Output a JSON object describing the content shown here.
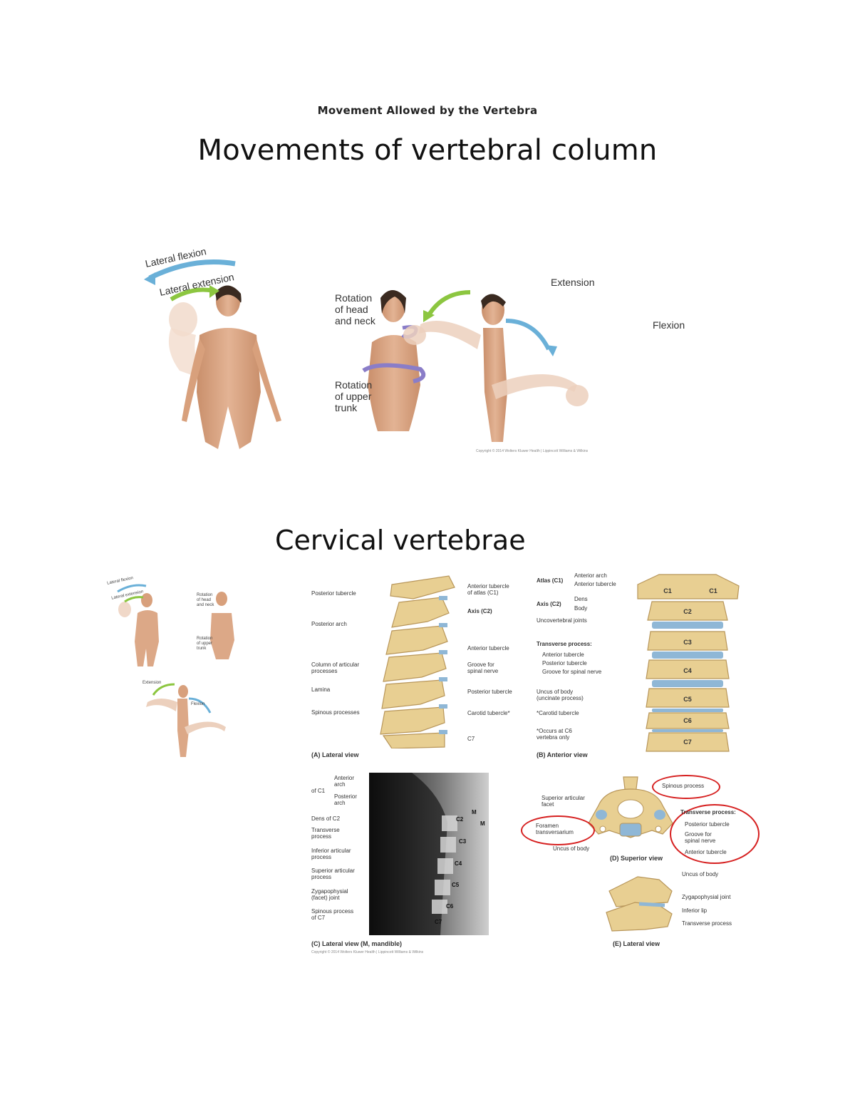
{
  "document": {
    "heading": "Movement Allowed by the Vertebra"
  },
  "slide1": {
    "title": "Movements of vertebral column",
    "labels": {
      "lateral_flexion": "Lateral flexion",
      "lateral_extension": "Lateral extension",
      "rotation_head_neck": "Rotation\nof head\nand neck",
      "rotation_upper_trunk": "Rotation\nof upper\ntrunk",
      "extension": "Extension",
      "flexion": "Flexion"
    },
    "copyright": "Copyright © 2014 Wolters Kluwer Health | Lippincott Williams & Wilkins"
  },
  "slide2": {
    "title": "Cervical vertebrae",
    "thumbnail_labels": {
      "lateral_flexion": "Lateral flexion",
      "lateral_extension": "Lateral extension",
      "rotation_head_neck": "Rotation\nof head\nand neck",
      "rotation_upper_trunk": "Rotation\nof upper\ntrunk",
      "extension": "Extension",
      "flexion": "Flexion"
    },
    "panel_a": {
      "caption": "(A) Lateral view",
      "left_labels": [
        "Posterior tubercle",
        "Posterior arch",
        "Column of articular\nprocesses",
        "Lamina",
        "Spinous processes"
      ],
      "right_labels": [
        "Anterior tubercle\nof atlas (C1)",
        "Axis (C2)",
        "Anterior tubercle",
        "Groove for\nspinal nerve",
        "Posterior tubercle",
        "Carotid tubercle*",
        "C7"
      ]
    },
    "panel_b": {
      "caption": "(B) Anterior view",
      "atlas": "Atlas (C1)",
      "atlas_items": [
        "Anterior arch",
        "Anterior tubercle"
      ],
      "axis": "Axis (C2)",
      "axis_items": [
        "Dens",
        "Body"
      ],
      "uncovertebral": "Uncovertebral joints",
      "transverse": "Transverse process:",
      "transverse_items": [
        "Anterior tubercle",
        "Posterior tubercle",
        "Groove for spinal nerve"
      ],
      "uncus": "Uncus of body\n(uncinate process)",
      "carotid": "*Carotid tubercle",
      "note": "*Occurs at C6\nvertebra only",
      "vertebra_labels": [
        "C1",
        "C1",
        "C2",
        "C3",
        "C4",
        "C5",
        "C6",
        "C7"
      ]
    },
    "panel_c": {
      "caption": "(C) Lateral view (M, mandible)",
      "of_c1": "of C1",
      "labels": [
        "Anterior\narch",
        "Posterior\narch",
        "Dens of C2",
        "Transverse\nprocess",
        "Inferior articular\nprocess",
        "Superior articular\nprocess",
        "Zygapophysial\n(facet) joint",
        "Spinous process\nof C7"
      ],
      "xray_labels": [
        "C2",
        "C3",
        "C4",
        "C5",
        "C6",
        "C7",
        "M",
        "M"
      ]
    },
    "panel_d": {
      "caption": "(D) Superior view",
      "labels": [
        "Superior articular\nfacet",
        "Foramen\ntransversarium",
        "Uncus of body"
      ],
      "spinous": "Spinous process",
      "transverse": "Transverse process:",
      "transverse_items": [
        "Posterior tubercle",
        "Groove for\nspinal nerve",
        "Anterior tubercle"
      ]
    },
    "panel_e": {
      "caption": "(E) Lateral view",
      "labels": [
        "Uncus of body",
        "Zygapophysial joint",
        "Inferior lip",
        "Transverse process"
      ]
    },
    "copyright": "Copyright © 2014 Wolters Kluwer Health | Lippincott Williams & Wilkins",
    "colors": {
      "bone": "#e8cf92",
      "bone_dark": "#b8965a",
      "cartilage": "#8fb7d6",
      "skin": "#dca887",
      "arrow_blue": "#6ab0d8",
      "arrow_green": "#8cc640",
      "arrow_purple": "#8a7dc8",
      "highlight_red": "#d62020"
    }
  }
}
